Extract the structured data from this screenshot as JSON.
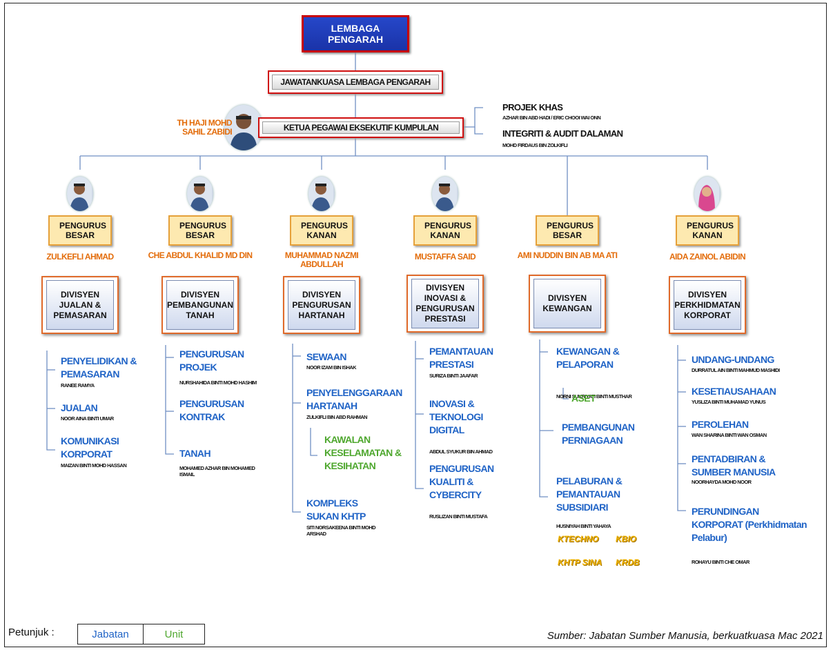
{
  "board": "LEMBAGA PENGARAH",
  "committee": "JAWATANKUASA LEMBAGA PENGARAH",
  "ceo": {
    "title": "KETUA PEGAWAI EKSEKUTIF KUMPULAN",
    "name": "TH HAJI MOHD SAHIL ZABIDI"
  },
  "special": {
    "projek_khas": "PROJEK KHAS",
    "projek_khas_names": "AZHAR BIN ABD HADI / ERIC CHOOI WAI ONN",
    "integriti": "INTEGRITI & AUDIT DALAMAN",
    "integriti_name": "MOHD FIRDAUS BIN ZOLKIFLI"
  },
  "columns": [
    {
      "position": "PENGURUS BESAR",
      "name": "ZULKEFLI AHMAD",
      "division": "DIVISYEN JUALAN & PEMASARAN",
      "units": [
        {
          "label": "PENYELIDIKAN & PEMASARAN",
          "person": "RANEE RAMYA"
        },
        {
          "label": "JUALAN",
          "person": "NOOR AINA BINTI UMAR"
        },
        {
          "label": "KOMUNIKASI KORPORAT",
          "person": "MAIZAN BINTI MOHD HASSAN"
        }
      ]
    },
    {
      "position": "PENGURUS BESAR",
      "name": "CHE ABDUL KHALID MD DIN",
      "division": "DIVISYEN PEMBANGUNAN TANAH",
      "units": [
        {
          "label": "PENGURUSAN PROJEK",
          "person": "NURSHAHIDA BINTI MOHD HASHIM"
        },
        {
          "label": "PENGURUSAN KONTRAK",
          "person": ""
        },
        {
          "label": "TANAH",
          "person": "MOHAMED AZHAR BIN MOHAMED ISMAIL"
        }
      ]
    },
    {
      "position": "PENGURUS KANAN",
      "name": "MUHAMMAD NAZMI ABDULLAH",
      "division": "DIVISYEN PENGURUSAN HARTANAH",
      "units": [
        {
          "label": "SEWAAN",
          "person": "NOOR IZAM BIN ISHAK"
        },
        {
          "label": "PENYELENGGARAAN HARTANAH",
          "person": "ZULKIFLI BIN ABD RAHMAN"
        },
        {
          "label": "KOMPLEKS SUKAN KHTP",
          "person": "SITI NORSAKEENA BINTI MOHD ARSHAD"
        }
      ],
      "green_unit": "KAWALAN KESELAMATAN & KESIHATAN"
    },
    {
      "position": "PENGURUS KANAN",
      "name": "MUSTAFFA SAID",
      "division": "DIVISYEN INOVASI & PENGURUSAN PRESTASI",
      "units": [
        {
          "label": "PEMANTAUAN PRESTASI",
          "person": "SURIZA BINTI JAAFAR"
        },
        {
          "label": "INOVASI & TEKNOLOGI DIGITAL",
          "person": "ABDUL SYUKUR BIN AHMAD"
        },
        {
          "label": "PENGURUSAN KUALITI & CYBERCITY",
          "person": "RUSLIZAN BINTI MUSTAFA"
        }
      ]
    },
    {
      "position": "PENGURUS BESAR",
      "name": "AMI NUDDIN BIN AB MA ATI",
      "division": "DIVISYEN KEWANGAN",
      "units": [
        {
          "label": "KEWANGAN & PELAPORAN",
          "person": "NORNI SUKRIYATI BINTI MUSTHAR"
        },
        {
          "label": "PEMBANGUNAN PERNIAGAAN",
          "person": ""
        },
        {
          "label": "PELABURAN & PEMANTAUAN SUBSIDIARI",
          "person": "HUSNIYAH BINTI YAHAYA"
        }
      ],
      "green_unit": "ASET",
      "subsidiaries": [
        "KTECHNO",
        "KBIO",
        "KHTP SINA",
        "KRDB"
      ]
    },
    {
      "position": "PENGURUS KANAN",
      "name": "AIDA ZAINOL ABIDIN",
      "division": "DIVISYEN PERKHIDMATAN KORPORAT",
      "units": [
        {
          "label": "UNDANG-UNDANG",
          "person": "DURRATUL AIN BINTI MAHMUD MASHIDI"
        },
        {
          "label": "KESETIAUSAHAAN",
          "person": "YUSLIZA BINTI MUHAMAD YUNUS"
        },
        {
          "label": "PEROLEHAN",
          "person": "WAN SHARINA BINTI WAN OSMAN"
        },
        {
          "label": "PENTADBIRAN & SUMBER MANUSIA",
          "person": "NOORHAYDA MOHD NOOR"
        },
        {
          "label": "PERUNDINGAN KORPORAT (Perkhidmatan Pelabur)",
          "person": "ROHAYU BINTI CHE OMAR"
        }
      ]
    }
  ],
  "legend": {
    "label": "Petunjuk :",
    "jabatan": "Jabatan",
    "unit": "Unit"
  },
  "source": "Sumber: Jabatan Sumber Manusia, berkuatkuasa Mac 2021",
  "colors": {
    "board": "#1f3fbf",
    "frame_red": "#d01010",
    "orange": "#e36c0a",
    "unit_blue": "#1f63c6",
    "unit_green": "#4ea72e",
    "subsidiary_gold": "#f0b400"
  }
}
